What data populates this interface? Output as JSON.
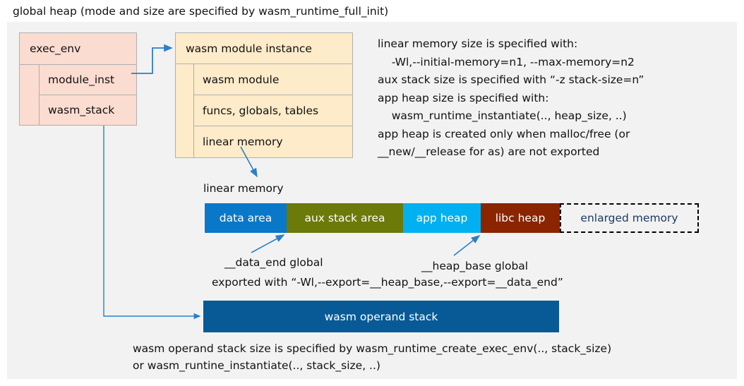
{
  "title": "global heap (mode and size are specified by wasm_runtime_full_init)",
  "colors": {
    "panel_bg": "#f2f2f2",
    "exec_env_fill": "#fadcd0",
    "module_inst_fill": "#fdebc9",
    "box_border": "#b0b0b0",
    "connector": "#2a7fc9",
    "data_area": "#0a78c8",
    "aux_stack_area": "#6b7a09",
    "app_heap": "#00b0f0",
    "libc_heap": "#8b2500",
    "enlarged_memory_border": "#000000",
    "enlarged_memory_text": "#1f3864",
    "operand_stack": "#075a96"
  },
  "exec_env": {
    "header": "exec_env",
    "rows": [
      {
        "label": "module_inst"
      },
      {
        "label": "wasm_stack"
      }
    ]
  },
  "module_instance": {
    "header": "wasm module instance",
    "rows": [
      {
        "label": "wasm module"
      },
      {
        "label": "funcs, globals, tables"
      },
      {
        "label": "linear memory"
      }
    ]
  },
  "right_note": "linear memory size is specified with:\n    -Wl,--initial-memory=n1, --max-memory=n2\naux stack size is specified with “-z stack-size=n”\napp heap size is specified with:\n    wasm_runtime_instantiate(.., heap_size, ..)\napp heap is created only when malloc/free (or\n__new/__release for as) are not exported",
  "linear_memory": {
    "label": "linear memory",
    "segments": [
      {
        "label": "data area",
        "color": "#0a78c8",
        "width": 116,
        "style": "solid"
      },
      {
        "label": "aux stack area",
        "color": "#6b7a09",
        "width": 165,
        "style": "solid"
      },
      {
        "label": "app heap",
        "color": "#00b0f0",
        "width": 110,
        "style": "solid"
      },
      {
        "label": "libc heap",
        "color": "#8b2500",
        "width": 112,
        "style": "solid"
      },
      {
        "label": "enlarged memory",
        "color": "#f2f2f2",
        "width": 197,
        "style": "dashed"
      }
    ]
  },
  "annotations": {
    "data_end": "__data_end global",
    "heap_base": "__heap_base global",
    "exported": "exported with “-Wl,--export=__heap_base,--export=__data_end”"
  },
  "operand_stack": {
    "label": "wasm operand stack",
    "note": "wasm operand stack size is specified by wasm_runtime_create_exec_env(.., stack_size)\nor wasm_runtine_instantiate(.., stack_size, ..)"
  }
}
